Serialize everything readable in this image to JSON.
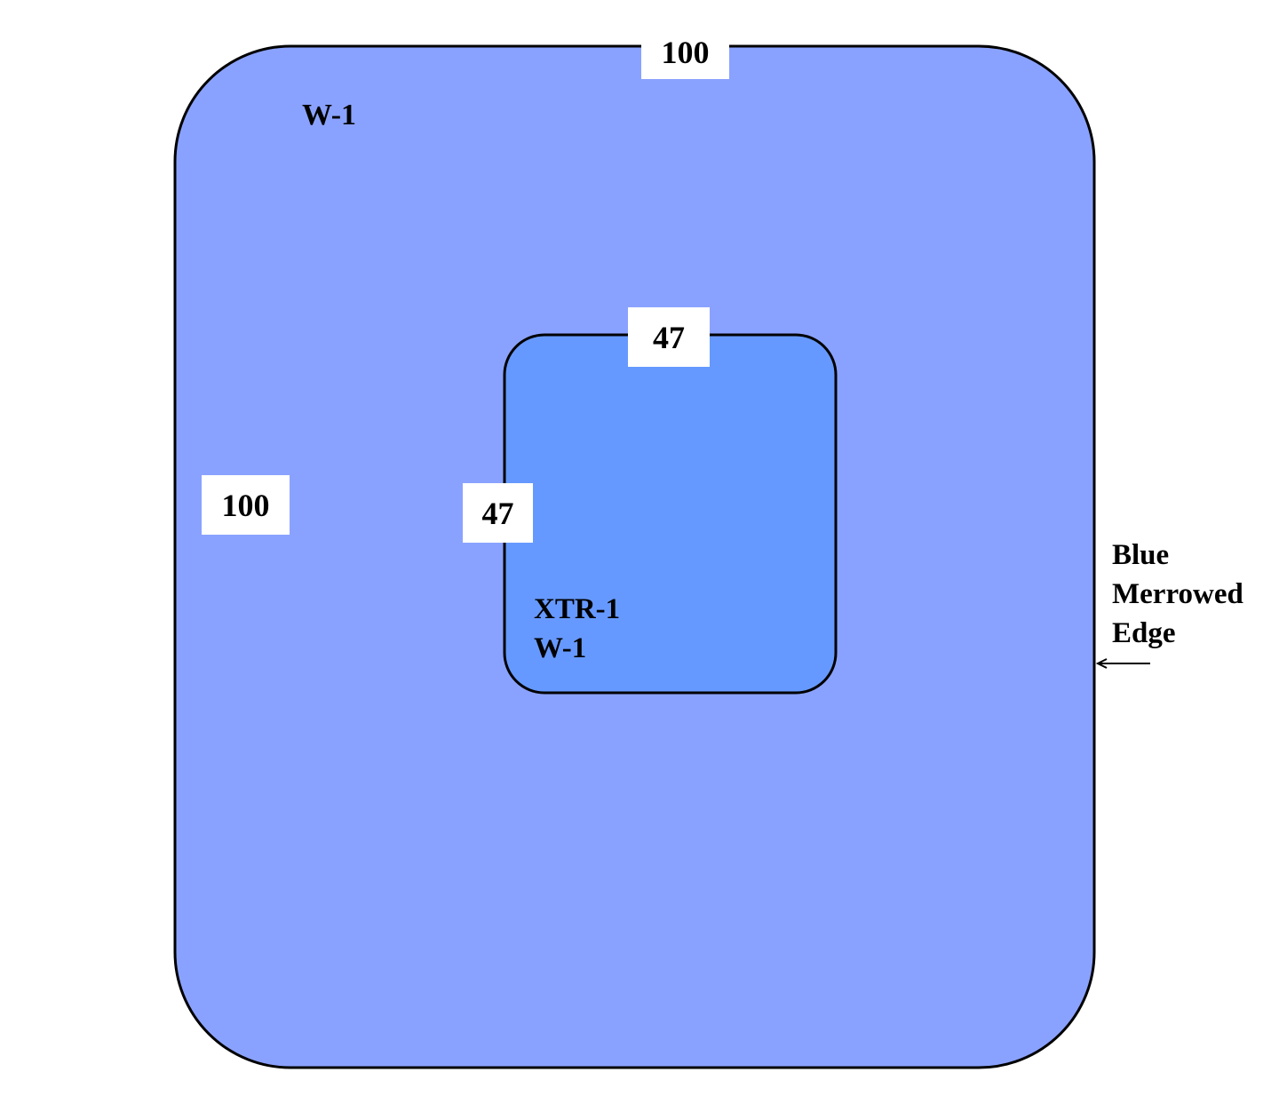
{
  "colors": {
    "outer_fill": "#8AA2FF",
    "inner_fill": "#6699FF",
    "stroke": "#000000"
  },
  "outer_panel": {
    "label": "W-1",
    "width_dimension": "100",
    "height_dimension": "100"
  },
  "inner_panel": {
    "label_lines": [
      "XTR-1",
      "W-1"
    ],
    "width_dimension": "47",
    "height_dimension": "47"
  },
  "callout": {
    "lines": [
      "Blue",
      "Merrowed",
      "Edge"
    ]
  }
}
